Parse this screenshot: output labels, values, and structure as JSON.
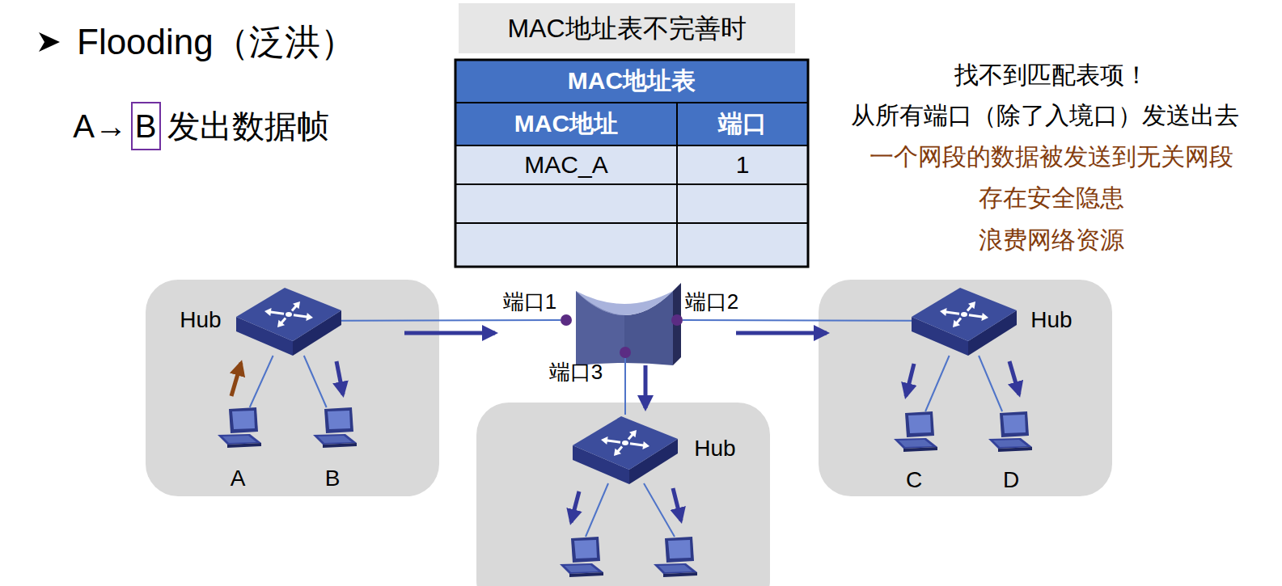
{
  "diagram": {
    "title": "Flooding（泛洪）",
    "nodes": [
      {
        "text": [
          "B"
        ]
      },
      {
        "text": [
          "MAC地址表不完善时"
        ]
      },
      {
        "text": [
          "Hub"
        ]
      },
      {
        "text": [
          "端口1"
        ]
      },
      {
        "text": [
          "端口2"
        ]
      },
      {
        "text": [
          "Hub"
        ]
      },
      {
        "text": [
          "端口3"
        ]
      },
      {
        "text": [
          "A"
        ]
      },
      {
        "text": [
          "B"
        ]
      },
      {
        "text": [
          "Hub"
        ]
      },
      {
        "text": [
          "C"
        ]
      },
      {
        "text": [
          "D"
        ]
      }
    ],
    "edges": [
      {
        "from": 2,
        "to": 3,
        "arrow": "none"
      },
      {
        "from": 4,
        "to": 5,
        "arrow": "none"
      },
      {
        "from": 6,
        "to": 9,
        "arrow": "none"
      },
      {
        "from": 2,
        "to": 7,
        "arrow": "none"
      },
      {
        "from": 2,
        "to": 8,
        "arrow": "none"
      },
      {
        "from": 5,
        "to": 10,
        "arrow": "none"
      },
      {
        "from": 5,
        "to": 11,
        "arrow": "none"
      }
    ],
    "labels": [
      "A→",
      "发出数据帧",
      "MAC地址表",
      "MAC地址",
      "端口",
      "MAC_A",
      "1",
      "找不到匹配表项！",
      "从所有端口（除了入境口）发送出去",
      "一个网段的数据被发送到无关网段",
      "存在安全隐患",
      "浪费网络资源"
    ]
  }
}
